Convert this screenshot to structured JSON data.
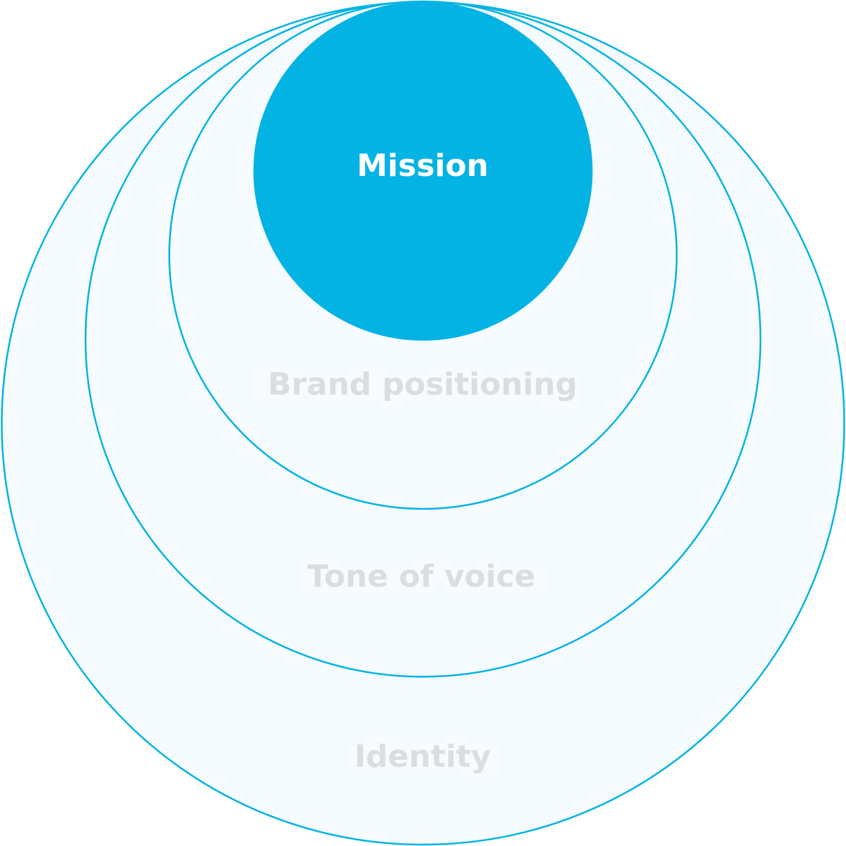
{
  "diagram": {
    "labels": {
      "core": "Mission",
      "ring1": "Brand positioning",
      "ring2": "Tone of voice",
      "ring3": "Identity"
    },
    "colors": {
      "accent": "#03B3E3",
      "ring_fill": "#F5FBFE",
      "ring_label": "#DCDDE0",
      "core_label": "#FFFFFF"
    }
  }
}
